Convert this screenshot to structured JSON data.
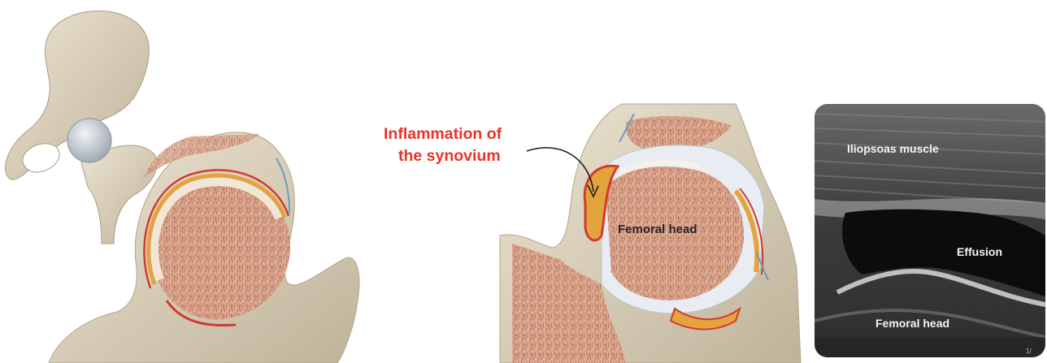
{
  "callout": {
    "line1": "Inflammation of",
    "line2": "the synovium"
  },
  "labels": {
    "femoral_head_illustration": "Femoral head"
  },
  "ultrasound": {
    "iliopsoas": "Iliopsoas muscle",
    "effusion": "Effusion",
    "femoral_head": "Femoral head",
    "corner_mark": "1/"
  },
  "colors": {
    "callout_text": "#e8342a",
    "bone": "#d9d0bb",
    "marrow": "#dcab94",
    "synovium": "#d33a30",
    "cartilage": "#ebeef3",
    "ultrasound_bg": "#262626"
  }
}
